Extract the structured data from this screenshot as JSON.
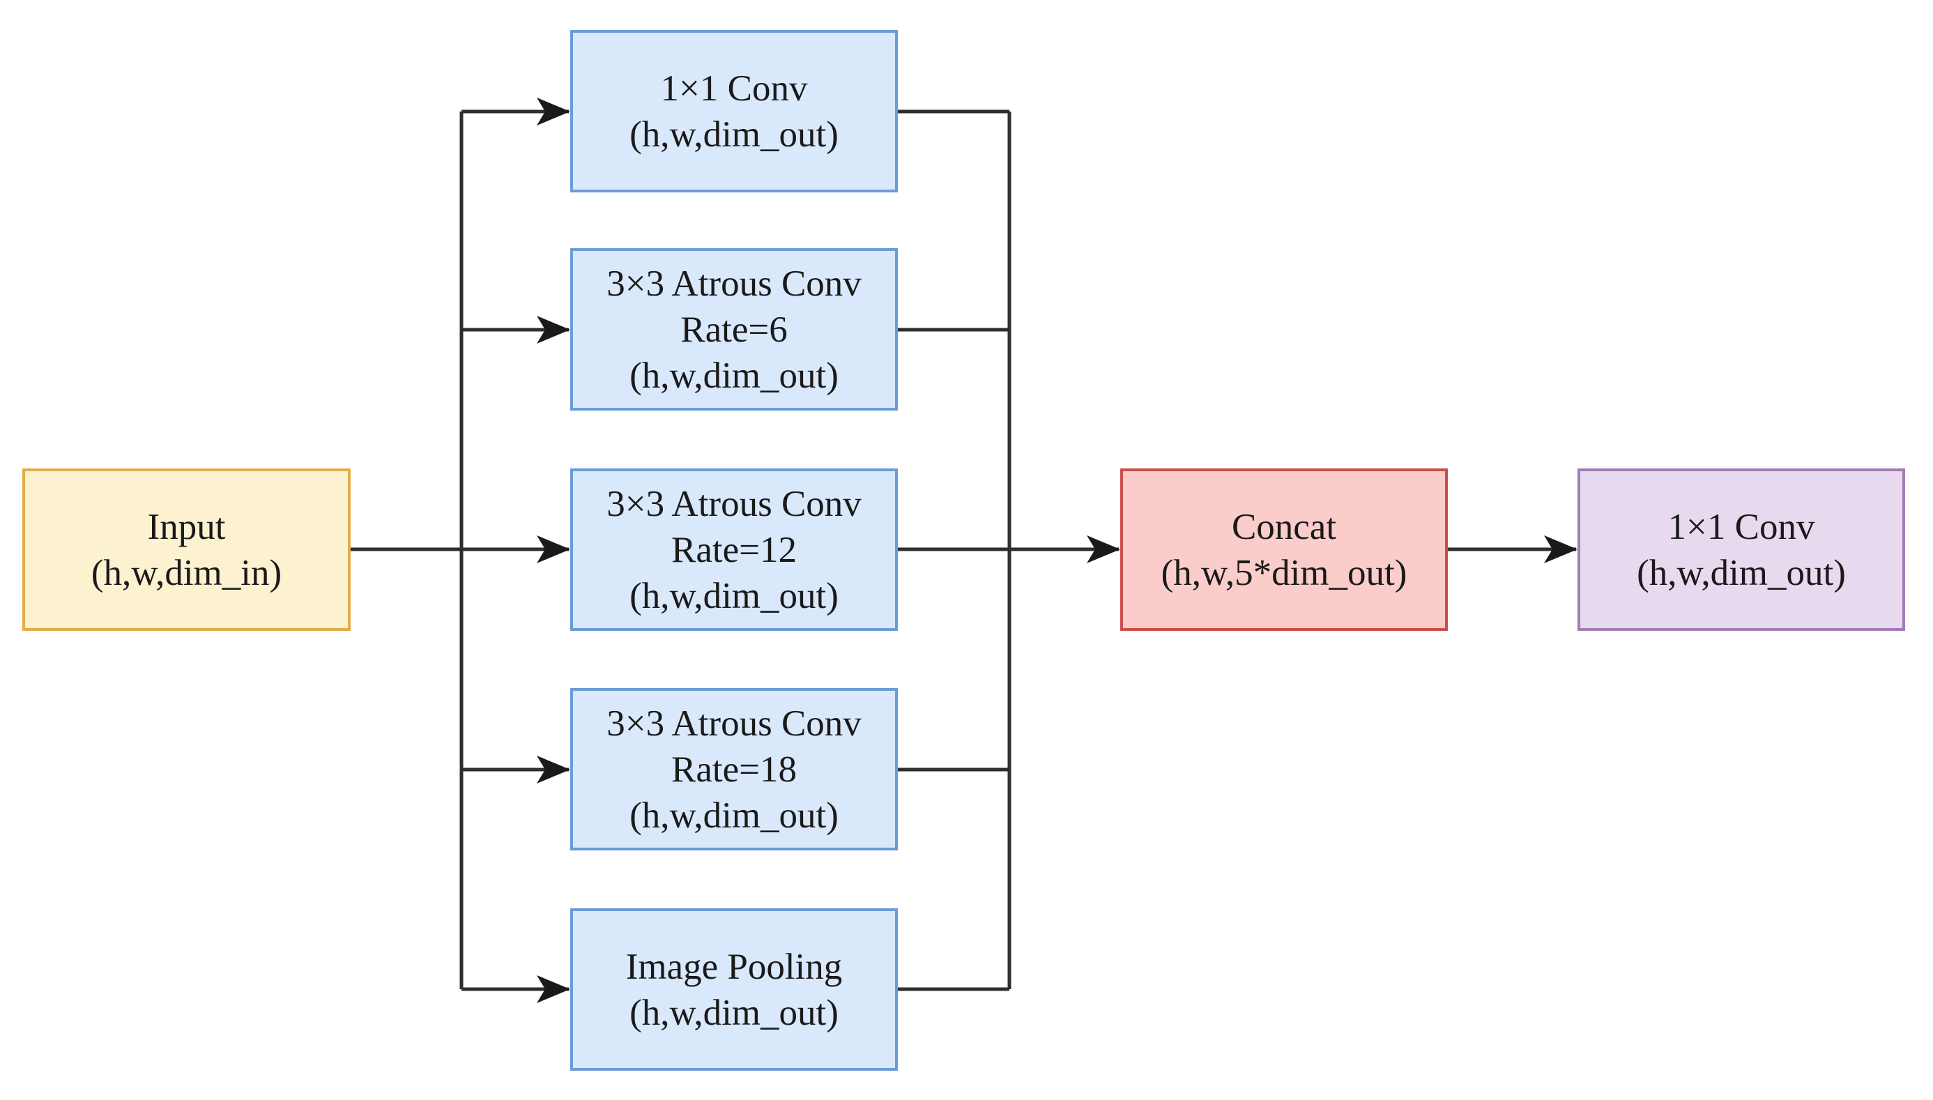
{
  "diagram": {
    "type": "flowchart",
    "nodes": {
      "input": {
        "lines": [
          "Input",
          "(h,w,dim_in)"
        ],
        "fill": "#fcf2d0",
        "stroke": "#e3ac4c"
      },
      "conv_1x1_branch": {
        "lines": [
          "1×1 Conv",
          "(h,w,dim_out)"
        ],
        "fill": "#dae8fc",
        "stroke": "#6c9cd6"
      },
      "atrous_rate6": {
        "lines": [
          "3×3 Atrous Conv",
          "Rate=6",
          "(h,w,dim_out)"
        ],
        "fill": "#dae8fc",
        "stroke": "#6c9cd6"
      },
      "atrous_rate12": {
        "lines": [
          "3×3 Atrous Conv",
          "Rate=12",
          "(h,w,dim_out)"
        ],
        "fill": "#dae8fc",
        "stroke": "#6c9cd6"
      },
      "atrous_rate18": {
        "lines": [
          "3×3 Atrous Conv",
          "Rate=18",
          "(h,w,dim_out)"
        ],
        "fill": "#dae8fc",
        "stroke": "#6c9cd6"
      },
      "image_pooling": {
        "lines": [
          "Image Pooling",
          "(h,w,dim_out)"
        ],
        "fill": "#dae8fc",
        "stroke": "#6c9cd6"
      },
      "concat": {
        "lines": [
          "Concat",
          "(h,w,5*dim_out)"
        ],
        "fill": "#facdcb",
        "stroke": "#cb4e4b"
      },
      "conv_1x1_out": {
        "lines": [
          "1×1 Conv",
          "(h,w,dim_out)"
        ],
        "fill": "#e8daee",
        "stroke": "#a17cb5"
      }
    },
    "edges": [
      {
        "from": "input",
        "to": "conv_1x1_branch"
      },
      {
        "from": "input",
        "to": "atrous_rate6"
      },
      {
        "from": "input",
        "to": "atrous_rate12"
      },
      {
        "from": "input",
        "to": "atrous_rate18"
      },
      {
        "from": "input",
        "to": "image_pooling"
      },
      {
        "from": "conv_1x1_branch",
        "to": "concat"
      },
      {
        "from": "atrous_rate6",
        "to": "concat"
      },
      {
        "from": "atrous_rate12",
        "to": "concat"
      },
      {
        "from": "atrous_rate18",
        "to": "concat"
      },
      {
        "from": "image_pooling",
        "to": "concat"
      },
      {
        "from": "concat",
        "to": "conv_1x1_out"
      }
    ],
    "palette": {
      "connector_line": "#2e2e2e",
      "arrowhead": "#1a1a1a",
      "background": "#ffffff",
      "text": "#1a1a1a"
    }
  }
}
